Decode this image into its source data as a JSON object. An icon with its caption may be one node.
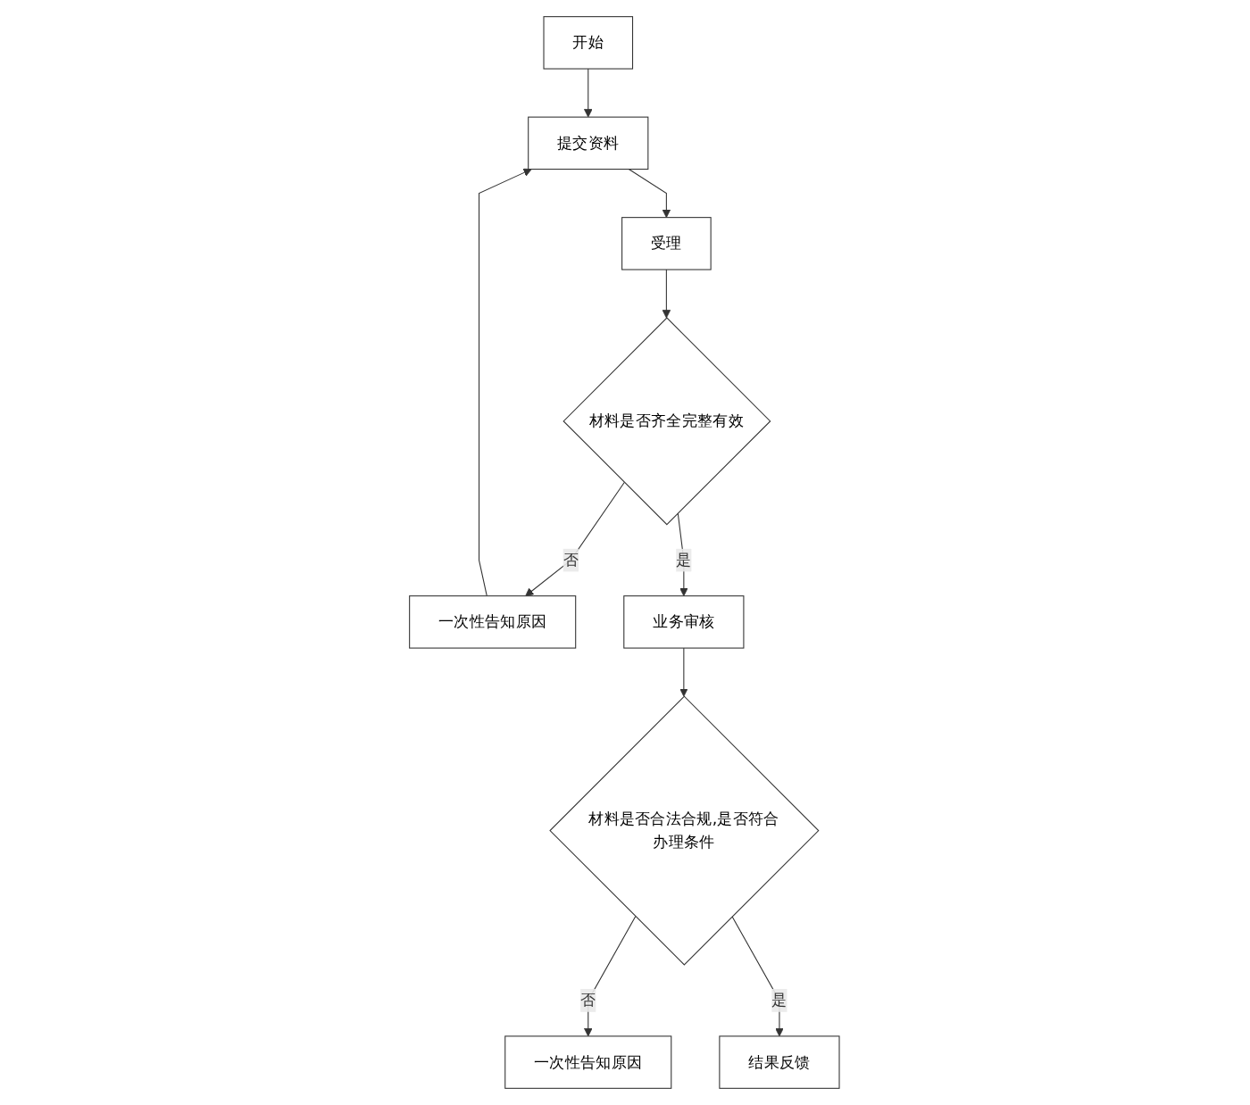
{
  "diagram": {
    "nodes": [
      {
        "text": [
          "开始"
        ]
      },
      {
        "text": [
          "提交资料"
        ]
      },
      {
        "text": [
          "一次性告知原因"
        ]
      },
      {
        "text": [
          "受理"
        ]
      },
      {
        "text": [
          "材料是否齐全完整有效"
        ]
      },
      {
        "text": [
          "业务审核"
        ]
      },
      {
        "text": [
          "材料是否合法合规,是否符合办理条件"
        ]
      },
      {
        "text": [
          "一次性告知原因"
        ]
      },
      {
        "text": [
          "结果反馈"
        ]
      }
    ],
    "edges": [
      {
        "from": 0,
        "to": 1,
        "arrow": "to"
      },
      {
        "from": 1,
        "to": 3,
        "arrow": "to"
      },
      {
        "from": 3,
        "to": 4,
        "arrow": "to"
      },
      {
        "from": 4,
        "to": 2,
        "arrow": "to",
        "label": "否"
      },
      {
        "from": 2,
        "to": 1,
        "arrow": "to"
      },
      {
        "from": 4,
        "to": 5,
        "arrow": "to",
        "label": "是"
      },
      {
        "from": 5,
        "to": 6,
        "arrow": "to"
      },
      {
        "from": 6,
        "to": 7,
        "arrow": "to",
        "label": "否"
      },
      {
        "from": 6,
        "to": 8,
        "arrow": "to",
        "label": "是"
      }
    ]
  }
}
